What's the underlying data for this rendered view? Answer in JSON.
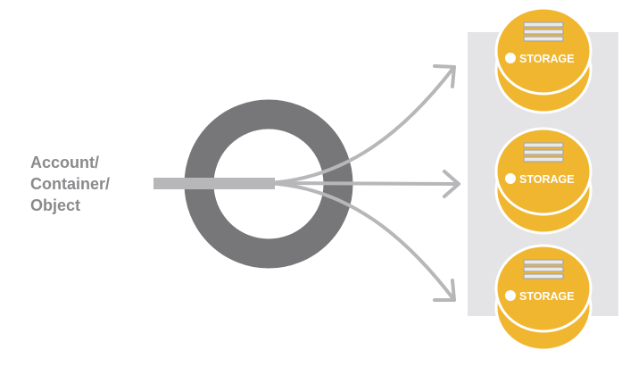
{
  "source": {
    "lines": [
      "Account/",
      "Container/",
      "Object"
    ]
  },
  "storage_nodes": [
    {
      "label": "STORAGE"
    },
    {
      "label": "STORAGE"
    },
    {
      "label": "STORAGE"
    }
  ],
  "colors": {
    "ring": "#77777a",
    "arrow": "#b7b7b9",
    "panel": "#e4e4e6",
    "disk": "#f0b630",
    "disk_outline": "#ffffff",
    "storage_text": "#ffffff",
    "label_text": "#8a8a8d"
  }
}
